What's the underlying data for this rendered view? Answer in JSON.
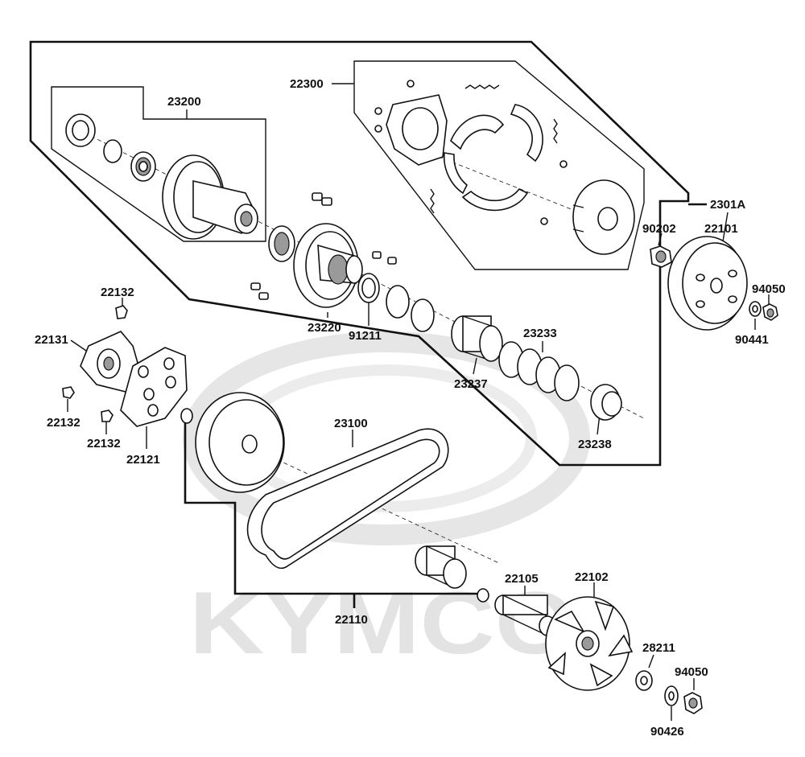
{
  "diagram": {
    "watermark": {
      "brand_text": "KYMCO"
    },
    "labels": {
      "p23200": "23200",
      "p22300": "22300",
      "p2301A": "2301A",
      "p22101": "22101",
      "p90202": "90202",
      "p94050_top": "94050",
      "p90441": "90441",
      "p23220": "23220",
      "p91211": "91211",
      "p23233": "23233",
      "p23237": "23237",
      "p23238": "23238",
      "p22132_a": "22132",
      "p22131": "22131",
      "p22132_b": "22132",
      "p22132_c": "22132",
      "p22121": "22121",
      "p23100": "23100",
      "p22110": "22110",
      "p22105": "22105",
      "p22102": "22102",
      "p28211": "28211",
      "p94050_bottom": "94050",
      "p90426": "90426"
    }
  }
}
